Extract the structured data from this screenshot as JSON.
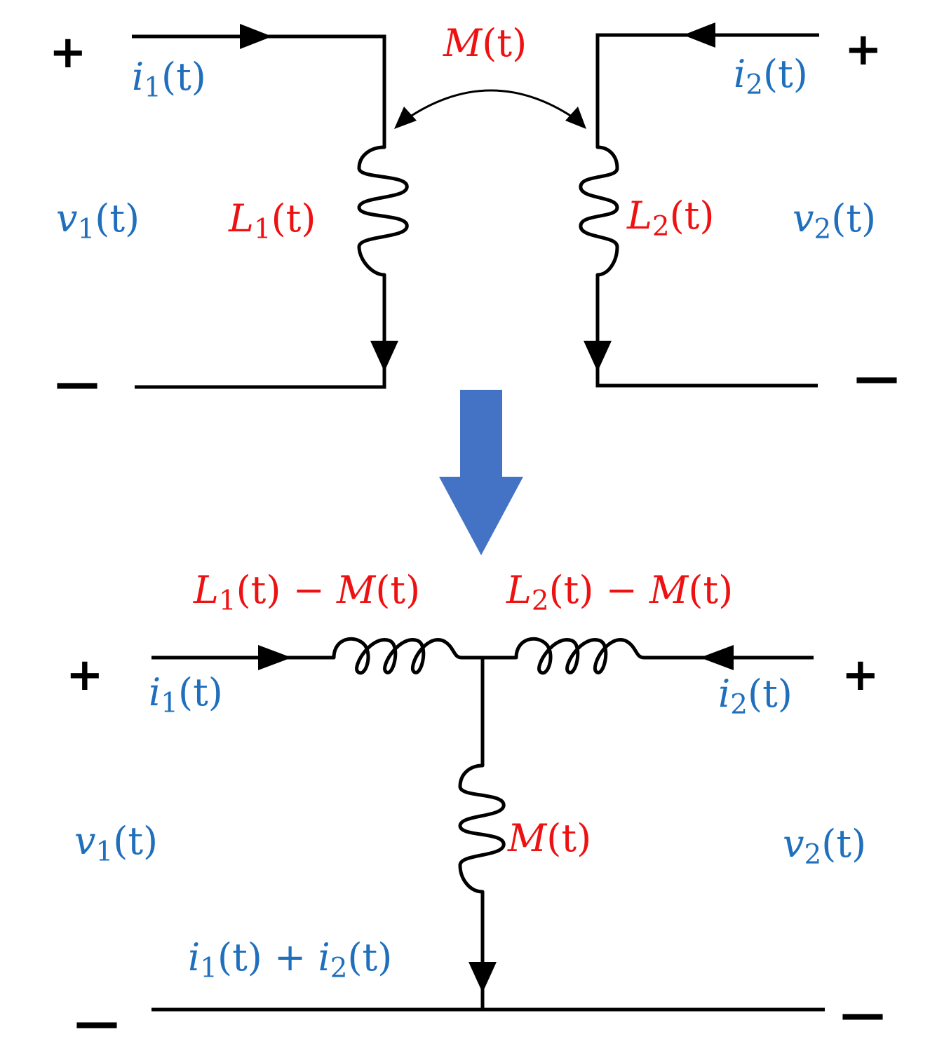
{
  "colors": {
    "current_voltage": "#1f6fbd",
    "inductance": "#ee1111",
    "transform_arrow": "#4472c4",
    "wire": "#000000"
  },
  "top_circuit": {
    "plus": "+",
    "minus": "—",
    "i1": {
      "base": "i",
      "sub": "1",
      "arg": "(t)"
    },
    "i2": {
      "base": "i",
      "sub": "2",
      "arg": "(t)"
    },
    "v1": {
      "base": "v",
      "sub": "1",
      "arg": "(t)"
    },
    "v2": {
      "base": "v",
      "sub": "2",
      "arg": "(t)"
    },
    "L1": {
      "base": "L",
      "sub": "1",
      "arg": "(t)"
    },
    "L2": {
      "base": "L",
      "sub": "2",
      "arg": "(t)"
    },
    "M": {
      "base": "M",
      "arg": "(t)"
    }
  },
  "bottom_circuit": {
    "plus": "+",
    "minus": "—",
    "i1": {
      "base": "i",
      "sub": "1",
      "arg": "(t)"
    },
    "i2": {
      "base": "i",
      "sub": "2",
      "arg": "(t)"
    },
    "v1": {
      "base": "v",
      "sub": "1",
      "arg": "(t)"
    },
    "v2": {
      "base": "v",
      "sub": "2",
      "arg": "(t)"
    },
    "L1_minus_M": {
      "base": "L",
      "sub": "1",
      "arg": "(t) − ",
      "base2": "M",
      "arg2": "(t)"
    },
    "L2_minus_M": {
      "base": "L",
      "sub": "2",
      "arg": "(t) − ",
      "base2": "M",
      "arg2": "(t)"
    },
    "M": {
      "base": "M",
      "arg": "(t)"
    },
    "i_sum": {
      "base": "i",
      "sub": "1",
      "arg": "(t) + ",
      "base2": "i",
      "sub2": "2",
      "arg2": "(t)"
    }
  }
}
